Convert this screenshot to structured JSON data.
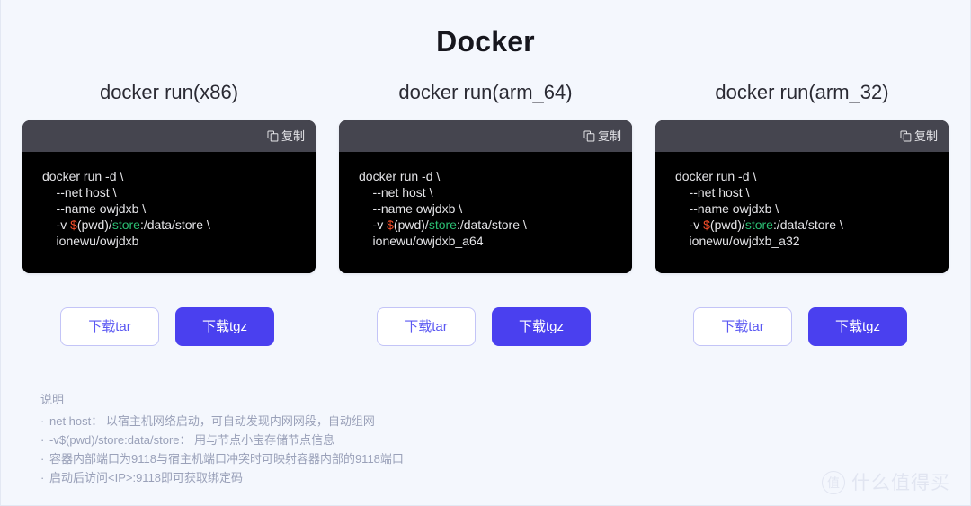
{
  "page": {
    "title": "Docker",
    "background_color": "#f4f7fd",
    "accent_color": "#4a40ef"
  },
  "columns": [
    {
      "title": "docker run(x86)",
      "copy_label": "复制",
      "copy_icon": "copy-icon",
      "code": {
        "line1": "docker run -d \\",
        "line2": "    --net host \\",
        "line3": "    --name owjdxb \\",
        "line4_prefix": "    -v ",
        "line4_var": "$",
        "line4_mid": "(pwd)/",
        "line4_str": "store",
        "line4_suffix": ":/data/store \\",
        "line5": "    ionewu/owjdxb"
      },
      "buttons": {
        "tar": "下载tar",
        "tgz": "下载tgz"
      }
    },
    {
      "title": "docker run(arm_64)",
      "copy_label": "复制",
      "copy_icon": "copy-icon",
      "code": {
        "line1": "docker run -d \\",
        "line2": "    --net host \\",
        "line3": "    --name owjdxb \\",
        "line4_prefix": "    -v ",
        "line4_var": "$",
        "line4_mid": "(pwd)/",
        "line4_str": "store",
        "line4_suffix": ":/data/store \\",
        "line5": "    ionewu/owjdxb_a64"
      },
      "buttons": {
        "tar": "下载tar",
        "tgz": "下载tgz"
      }
    },
    {
      "title": "docker run(arm_32)",
      "copy_label": "复制",
      "copy_icon": "copy-icon",
      "code": {
        "line1": "docker run -d \\",
        "line2": "    --net host \\",
        "line3": "    --name owjdxb \\",
        "line4_prefix": "    -v ",
        "line4_var": "$",
        "line4_mid": "(pwd)/",
        "line4_str": "store",
        "line4_suffix": ":/data/store \\",
        "line5": "    ionewu/owjdxb_a32"
      },
      "buttons": {
        "tar": "下载tar",
        "tgz": "下载tgz"
      }
    }
  ],
  "notes": {
    "heading": "说明",
    "bullet": "·",
    "items": [
      "net host： 以宿主机网络启动，可自动发现内网网段，自动组网",
      "-v$(pwd)/store:data/store： 用与节点小宝存储节点信息",
      "容器内部端口为9118与宿主机端口冲突时可映射容器内部的9118端口",
      "启动后访问<IP>:9118即可获取绑定码"
    ]
  },
  "watermark": {
    "badge": "值",
    "text": "什么值得买"
  }
}
